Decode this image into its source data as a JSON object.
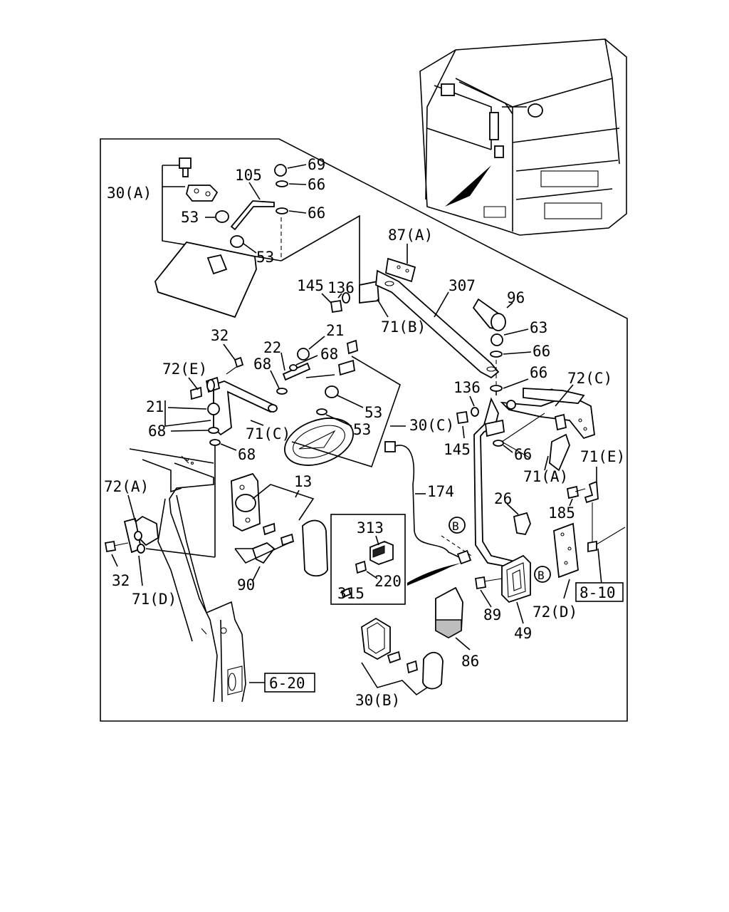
{
  "labels": {
    "l_30a": "30(A)",
    "l_105": "105",
    "l_69": "69",
    "l_66a": "66",
    "l_66b": "66",
    "l_53a": "53",
    "l_53b": "53",
    "l_87a": "87(A)",
    "l_136a": "136",
    "l_145a": "145",
    "l_307": "307",
    "l_96": "96",
    "l_71b": "71(B)",
    "l_63": "63",
    "l_66c": "66",
    "l_32a": "32",
    "l_21a": "21",
    "l_22": "22",
    "l_68a": "68",
    "l_68b": "68",
    "l_72e": "72(E)",
    "l_21b": "21",
    "l_68c": "68",
    "l_71c": "71(C)",
    "l_68d": "68",
    "l_53c": "53",
    "l_53d": "53",
    "l_30c": "30(C)",
    "l_66d": "66",
    "l_72c": "72(C)",
    "l_136b": "136",
    "l_145b": "145",
    "l_66e": "66",
    "l_71a": "71(A)",
    "l_71e": "71(E)",
    "l_185": "185",
    "l_174": "174",
    "l_13": "13",
    "l_72a": "72(A)",
    "l_26": "26",
    "l_313": "313",
    "l_315": "315",
    "l_220": "220",
    "l_b1": "B",
    "l_b2": "B",
    "l_32b": "32",
    "l_71d": "71(D)",
    "l_90": "90",
    "l_89": "89",
    "l_49": "49",
    "l_72d": "72(D)",
    "l_86": "86",
    "l_30b": "30(B)"
  },
  "refs": {
    "ref_810": "8-10",
    "ref_620": "6-20"
  }
}
